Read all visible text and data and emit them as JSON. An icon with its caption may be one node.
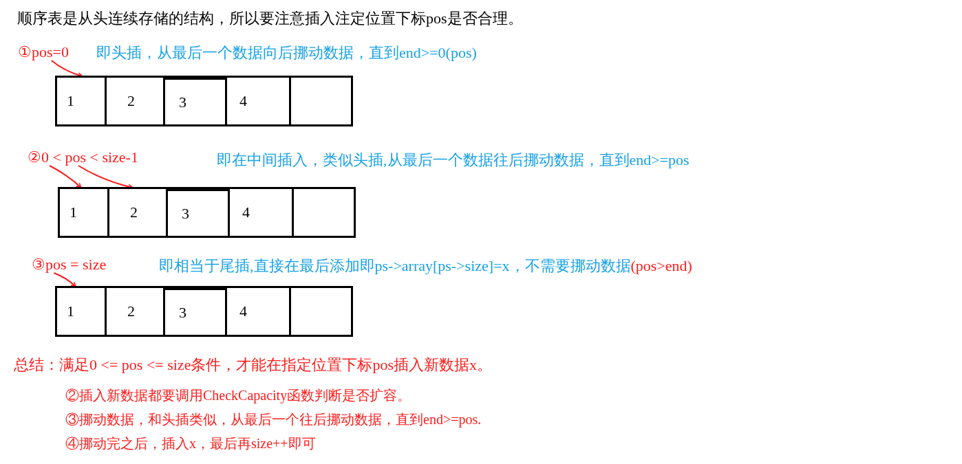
{
  "diagram": {
    "title": "顺序表是从头连续存储的结构，所以要注意插入注定位置下标pos是否合理。",
    "nodes": [
      {
        "text": [
          "①pos=0"
        ]
      },
      {
        "text": [
          "1"
        ]
      },
      {
        "text": [
          "2"
        ]
      },
      {
        "text": [
          "3"
        ]
      },
      {
        "text": [
          "4"
        ]
      },
      {
        "text": [],
        "shape": "box"
      },
      {
        "text": [
          "②0 < pos < size-1"
        ]
      },
      {
        "text": [
          "1"
        ]
      },
      {
        "text": [
          "2"
        ]
      },
      {
        "text": [
          "3"
        ]
      },
      {
        "text": [
          "4"
        ]
      },
      {
        "text": [],
        "shape": "box"
      },
      {
        "text": [
          "③pos = size"
        ]
      },
      {
        "text": [
          "1"
        ]
      },
      {
        "text": [
          "2"
        ]
      },
      {
        "text": [
          "3"
        ]
      },
      {
        "text": [
          "4"
        ]
      },
      {
        "text": [],
        "shape": "box"
      }
    ],
    "edges": [
      {
        "from": 0,
        "to": 1,
        "arrow": "to"
      },
      {
        "from": 6,
        "to": 7,
        "arrow": "to"
      },
      {
        "from": 6,
        "to": 8,
        "arrow": "to"
      },
      {
        "from": 12,
        "to": 13,
        "arrow": "to"
      }
    ],
    "labels": [
      "即头插，从最后一个数据向后挪动数据，直到end>=0(pos)",
      "即在中间插入，类似头插,从最后一个数据往后挪动数据，直到end>=pos",
      "即相当于尾插,直接在最后添加即ps->array[ps->size]=x，不需要挪动数据",
      "(pos>end)",
      "总结：满足0 <= pos <= size条件，才能在指定位置下标pos插入新数据x。",
      "②插入新数据都要调用CheckCapacity函数判断是否扩容。",
      "③挪动数据，和头插类似，从最后一个往后挪动数据，直到end>=pos.",
      "④挪动完之后，插入x，最后再size++即可"
    ]
  }
}
